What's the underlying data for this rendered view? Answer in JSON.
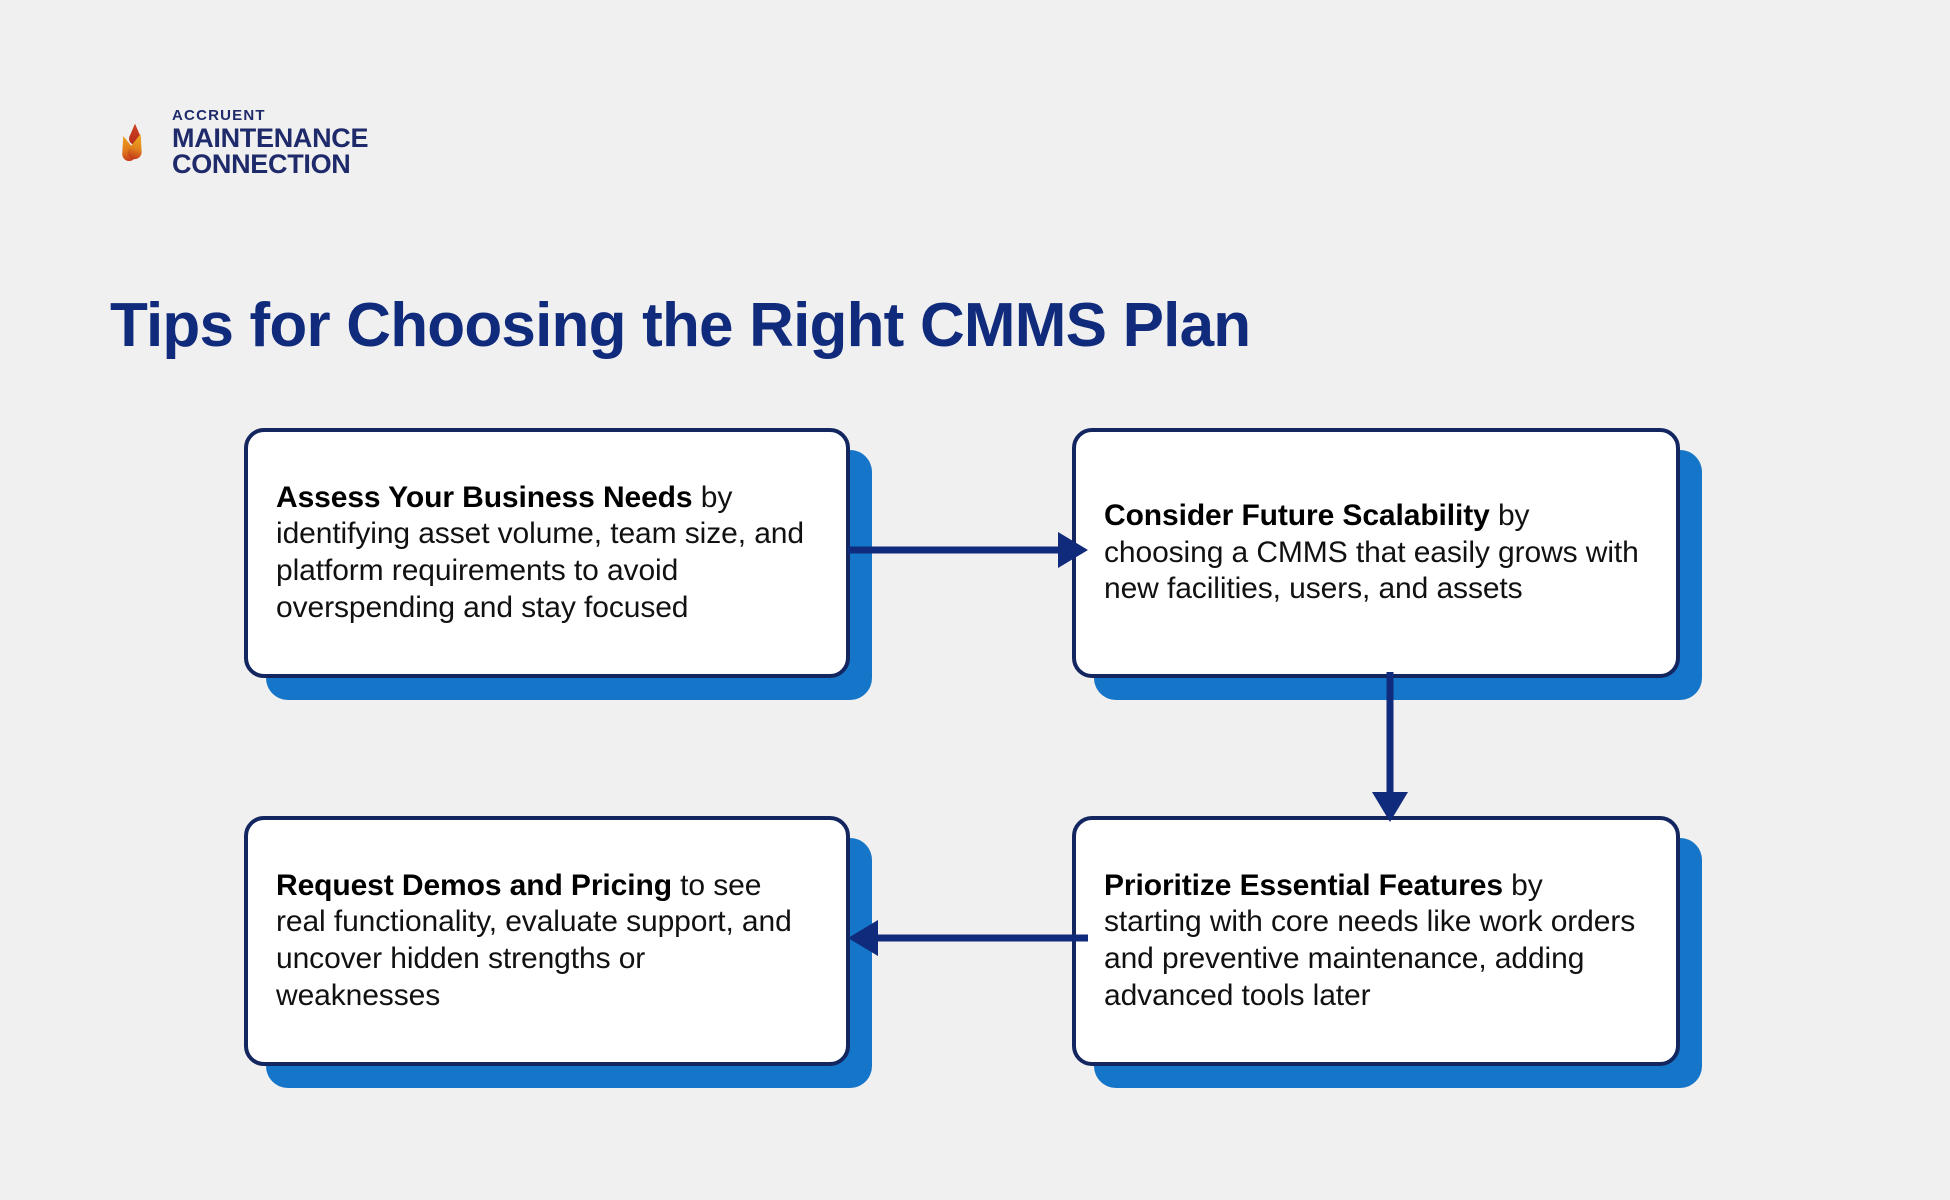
{
  "background_color": "#f0f0f0",
  "brand": {
    "accent_navy": "#102a7c",
    "accent_blue": "#1575c8",
    "border_navy": "#13265f",
    "logo_orange": "#e8761d",
    "logo_red": "#c0341d",
    "logo": {
      "eyebrow": "ACCRUENT",
      "line1": "MAINTENANCE",
      "line2": "CONNECTION",
      "mark_name": "accruent-droplet-a-mark"
    }
  },
  "title": "Tips for Choosing the Right CMMS Plan",
  "flow": {
    "nodes": [
      {
        "id": "assess-business-needs",
        "lead": "Assess Your Business Needs",
        "body": " by identifying asset volume, team size, and platform requirements to avoid overspending and stay focused"
      },
      {
        "id": "consider-future-scalability",
        "lead": "Consider Future Scalability",
        "body": " by choosing a CMMS that easily grows with new facilities, users, and assets"
      },
      {
        "id": "request-demos-and-pricing",
        "lead": "Request Demos and Pricing",
        "body": " to see real functionality, evaluate support, and uncover hidden strengths or weaknesses"
      },
      {
        "id": "prioritize-essential-features",
        "lead": "Prioritize Essential Features",
        "body": " by starting with core needs like work orders and preventive maintenance, adding advanced tools later"
      }
    ],
    "connectors": [
      {
        "name": "arrow-node1-to-node2",
        "direction": "right"
      },
      {
        "name": "arrow-node2-to-node4",
        "direction": "down"
      },
      {
        "name": "arrow-node4-to-node3",
        "direction": "left"
      }
    ]
  }
}
